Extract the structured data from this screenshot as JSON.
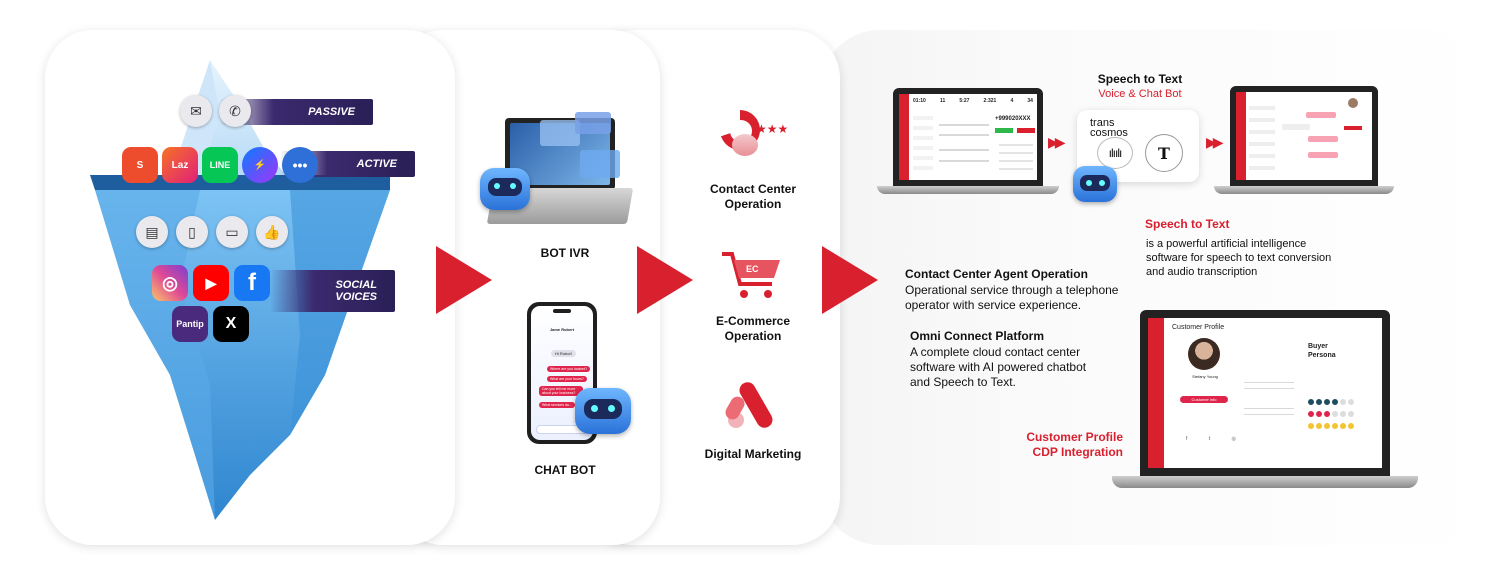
{
  "iceberg": {
    "passive_label": "PASSIVE",
    "active_label": "ACTIVE",
    "social_label_1": "SOCIAL",
    "social_label_2": "VOICES",
    "apps": {
      "shopee": "S",
      "lazada": "Laz",
      "line": "LINE",
      "pantip": "Pantip",
      "x": "X",
      "facebook": "f"
    }
  },
  "bots": {
    "bot_ivr": "BOT IVR",
    "chat_bot": "CHAT BOT",
    "phone_contact_name": "Jame Robert",
    "phone_greeting": "Hi Robot!",
    "phone_msgs": [
      "Where are you located?",
      "What are your hours?",
      "Can you tell me more about your business?",
      "What services do..."
    ]
  },
  "services": {
    "contact_center_1": "Contact Center",
    "contact_center_2": "Operation",
    "ecommerce_1": "E-Commerce",
    "ecommerce_2": "Operation",
    "ecommerce_badge": "EC",
    "digital_marketing": "Digital Marketing",
    "stars": "★★★"
  },
  "solutions": {
    "speech_title": "Speech to Text",
    "speech_subtitle": "Voice & Chat Bot",
    "transcosmos_1": "trans",
    "transcosmos_2": "cosmos",
    "speech_red_heading": "Speech to Text",
    "speech_desc_1": "is a powerful artificial intelligence",
    "speech_desc_2": "software for speech to text conversion",
    "speech_desc_3": "and audio transcription",
    "agent_heading": "Contact Center Agent Operation",
    "agent_desc_1": "Operational service through a telephone",
    "agent_desc_2": "operator with service experience.",
    "omni_heading": "Omni Connect Platform",
    "omni_desc_1": "A complete cloud contact center",
    "omni_desc_2": "software with AI powered chatbot",
    "omni_desc_3": "and Speech to Text.",
    "cdp_1": "Customer Profile",
    "cdp_2": "CDP Integration",
    "profile_title": "Customer Profile",
    "buyer_1": "Buyer",
    "buyer_2": "Persona",
    "profile_name": "Stefany Young",
    "profile_button": "Customer info",
    "dial_number": "+999020XXX",
    "stats": [
      "01:10",
      "11",
      "5:27",
      "2:321",
      "4",
      "34"
    ]
  },
  "colors": {
    "brand_red": "#d8202f",
    "navy": "#2a1f56",
    "ice": "#6fb8f0"
  }
}
